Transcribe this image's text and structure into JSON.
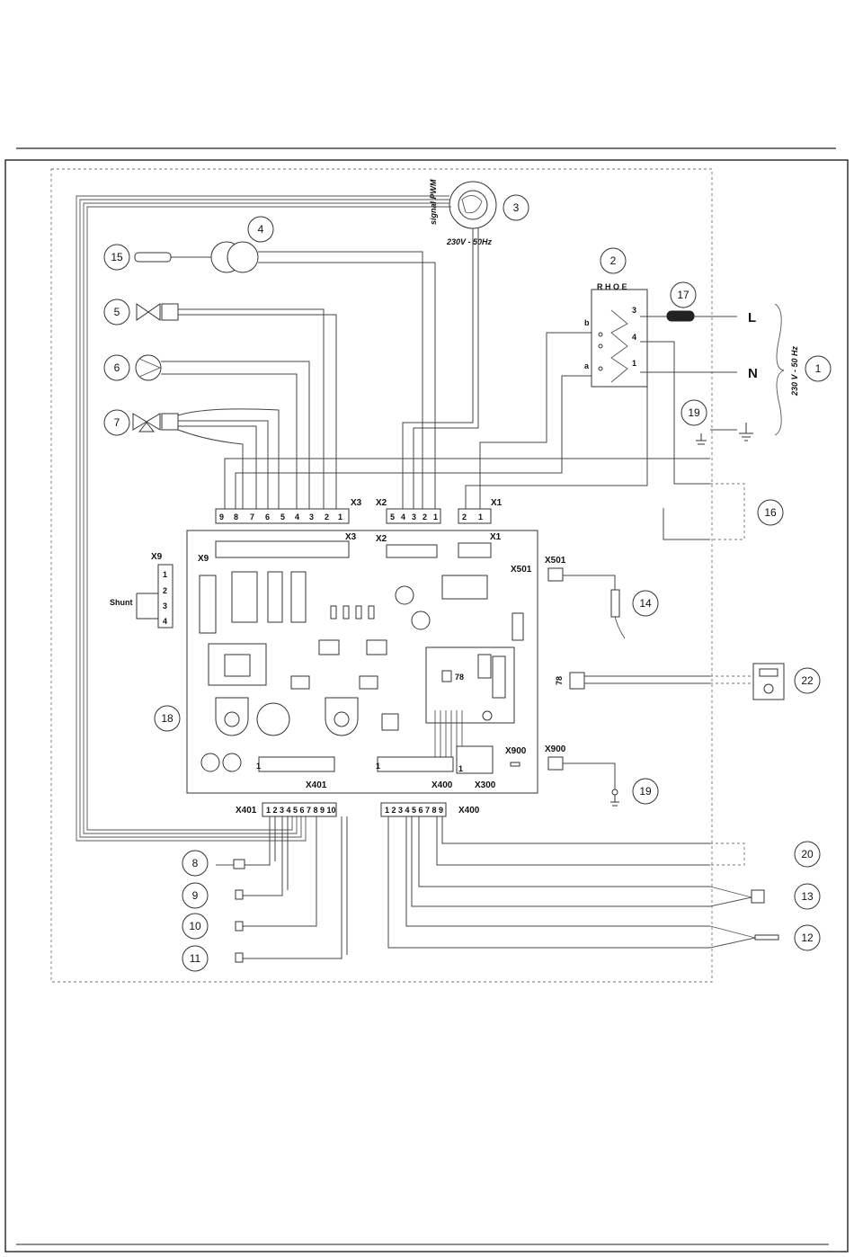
{
  "components": {
    "fan": {
      "number": "3",
      "signal_label": "signal PWM",
      "voltage_label": "230V - 50Hz"
    },
    "transformer": {
      "number": "4"
    },
    "probe_15": {
      "number": "15"
    },
    "valve_5": {
      "number": "5"
    },
    "pump": {
      "number": "6"
    },
    "three_way_valve": {
      "number": "7"
    },
    "switch": {
      "number": "2",
      "top_labels": "R H O E",
      "pins": [
        "3",
        "4",
        "1"
      ],
      "side_labels": [
        "b",
        "a"
      ]
    },
    "fuse": {
      "number": "17"
    },
    "mains": {
      "number": "1",
      "voltage_label": "230 V - 50 Hz",
      "line_label": "L",
      "neutral_label": "N"
    },
    "earth_19a": {
      "number": "19"
    },
    "item_16": {
      "number": "16"
    },
    "item_14": {
      "number": "14"
    },
    "item_22": {
      "number": "22"
    },
    "item_18": {
      "number": "18"
    },
    "earth_19b": {
      "number": "19"
    },
    "item_20": {
      "number": "20"
    },
    "item_13": {
      "number": "13"
    },
    "item_12": {
      "number": "12"
    },
    "item_8": {
      "number": "8"
    },
    "item_9": {
      "number": "9"
    },
    "item_10": {
      "number": "10"
    },
    "item_11": {
      "number": "11"
    }
  },
  "connectors": {
    "x3": {
      "label": "X3",
      "pins": [
        "9",
        "8",
        "7",
        "6",
        "5",
        "4",
        "3",
        "2",
        "1"
      ]
    },
    "x2": {
      "label": "X2",
      "pins": [
        "5",
        "4",
        "3",
        "2",
        "1"
      ]
    },
    "x1": {
      "label": "X1",
      "pins": [
        "2",
        "1"
      ]
    },
    "x9": {
      "label": "X9",
      "pins": [
        "1",
        "2",
        "3",
        "4"
      ],
      "shunt_label": "Shunt"
    },
    "x401": {
      "label": "X401",
      "pins": "1 2 3 4 5 6 7 8 9 10"
    },
    "x400": {
      "label": "X400",
      "pins": "1 2 3 4 5 6 7 8 9"
    },
    "x501": {
      "label": "X501"
    },
    "x900": {
      "label": "X900"
    },
    "x300": {
      "label": "X300"
    },
    "t78": {
      "label": "78"
    }
  },
  "board": {
    "x3_label": "X3",
    "x2_label": "X2",
    "x1_label": "X1",
    "x9_label": "X9",
    "x501_label": "X501",
    "x900_label": "X900",
    "x401_label": "X401",
    "x400_label": "X400",
    "x300_label": "X300",
    "t78_label": "78",
    "pin_one": "1"
  }
}
